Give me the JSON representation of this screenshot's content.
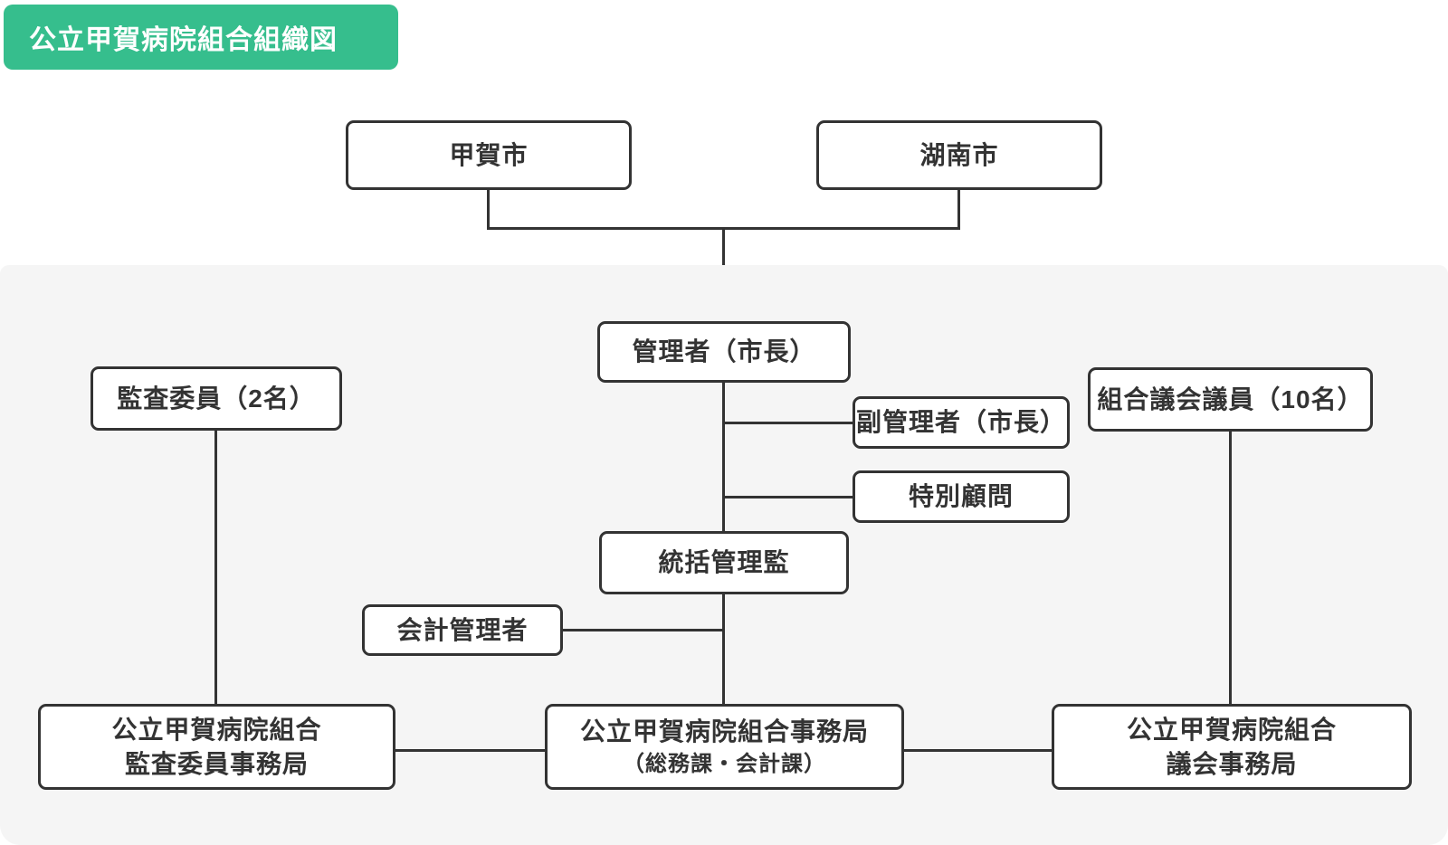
{
  "badge": {
    "label": "公立甲賀病院組合組織図"
  },
  "colors": {
    "badge_green": "#36be8d",
    "panel_gray": "#f5f5f5",
    "line_and_border": "#333333",
    "box_background": "#ffffff",
    "badge_text": "#ffffff"
  },
  "nodes": {
    "koka_city": {
      "label": "甲賀市"
    },
    "konan_city": {
      "label": "湖南市"
    },
    "kanrisha": {
      "label": "管理者（市長）"
    },
    "fuku_kanrisha": {
      "label": "副管理者（市長）"
    },
    "tokubetsu_komon": {
      "label": "特別顧問"
    },
    "tokatsu_kanrikan": {
      "label": "統括管理監"
    },
    "kaikei_kanrisha": {
      "label": "会計管理者"
    },
    "kansa_iin": {
      "label": "監査委員（2名）"
    },
    "kumiai_gikai_giin": {
      "label": "組合議会議員（10名）"
    },
    "kansa_jimukyoku": {
      "line1": "公立甲賀病院組合",
      "line2": "監査委員事務局"
    },
    "kumiai_jimukyoku": {
      "line1": "公立甲賀病院組合事務局",
      "line2": "（総務課・会計課）"
    },
    "gikai_jimukyoku": {
      "line1": "公立甲賀病院組合",
      "line2": "議会事務局"
    }
  }
}
